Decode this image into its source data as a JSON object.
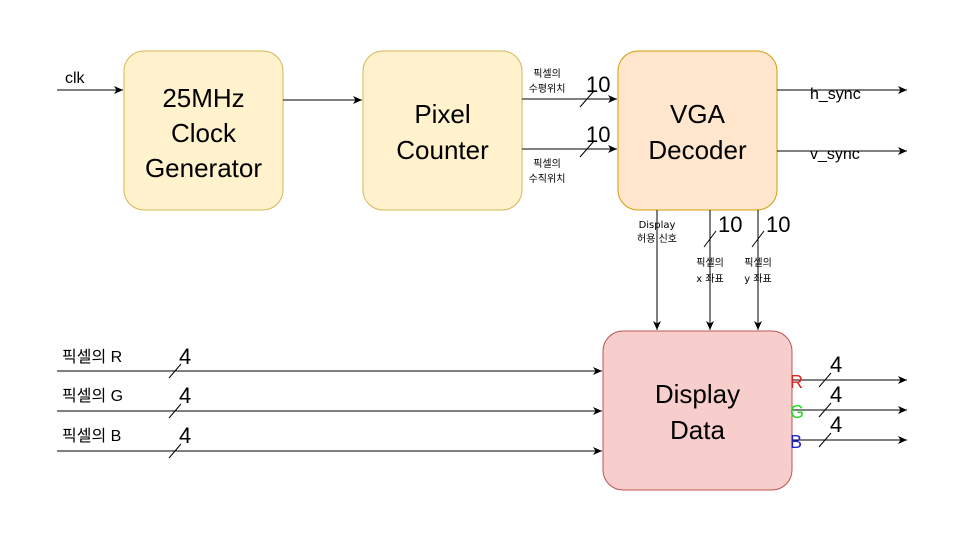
{
  "colors": {
    "clock_fill": "#fff2cc",
    "clock_stroke": "#d6b656",
    "decoder_fill": "#ffe6cc",
    "decoder_stroke": "#d79b00",
    "display_fill": "#f8cecc",
    "display_stroke": "#b85450",
    "r": "#dd2222",
    "g": "#22dd22",
    "b": "#2222cc"
  },
  "blocks": {
    "clock": [
      "25MHz",
      "Clock",
      "Generator"
    ],
    "counter": [
      "Pixel",
      "Counter"
    ],
    "decoder": [
      "VGA",
      "Decoder"
    ],
    "display": [
      "Display",
      "Data"
    ]
  },
  "signals": {
    "clk": "clk",
    "h_sync": "h_sync",
    "v_sync": "v_sync",
    "horiz_pos": [
      "픽셀의",
      "수평위치"
    ],
    "vert_pos": [
      "픽셀의",
      "수직위치"
    ],
    "display_enable": [
      "Display",
      "허용 신호"
    ],
    "x_coord": [
      "픽셀의",
      "x 좌표"
    ],
    "y_coord": [
      "픽셀의",
      "y 좌표"
    ],
    "in_r": "픽셀의 R",
    "in_g": "픽셀의 G",
    "in_b": "픽셀의 B",
    "out_r": "R",
    "out_g": "G",
    "out_b": "B"
  },
  "widths": {
    "horiz": "10",
    "vert": "10",
    "x": "10",
    "y": "10",
    "in_r": "4",
    "in_g": "4",
    "in_b": "4",
    "out_r": "4",
    "out_g": "4",
    "out_b": "4"
  }
}
